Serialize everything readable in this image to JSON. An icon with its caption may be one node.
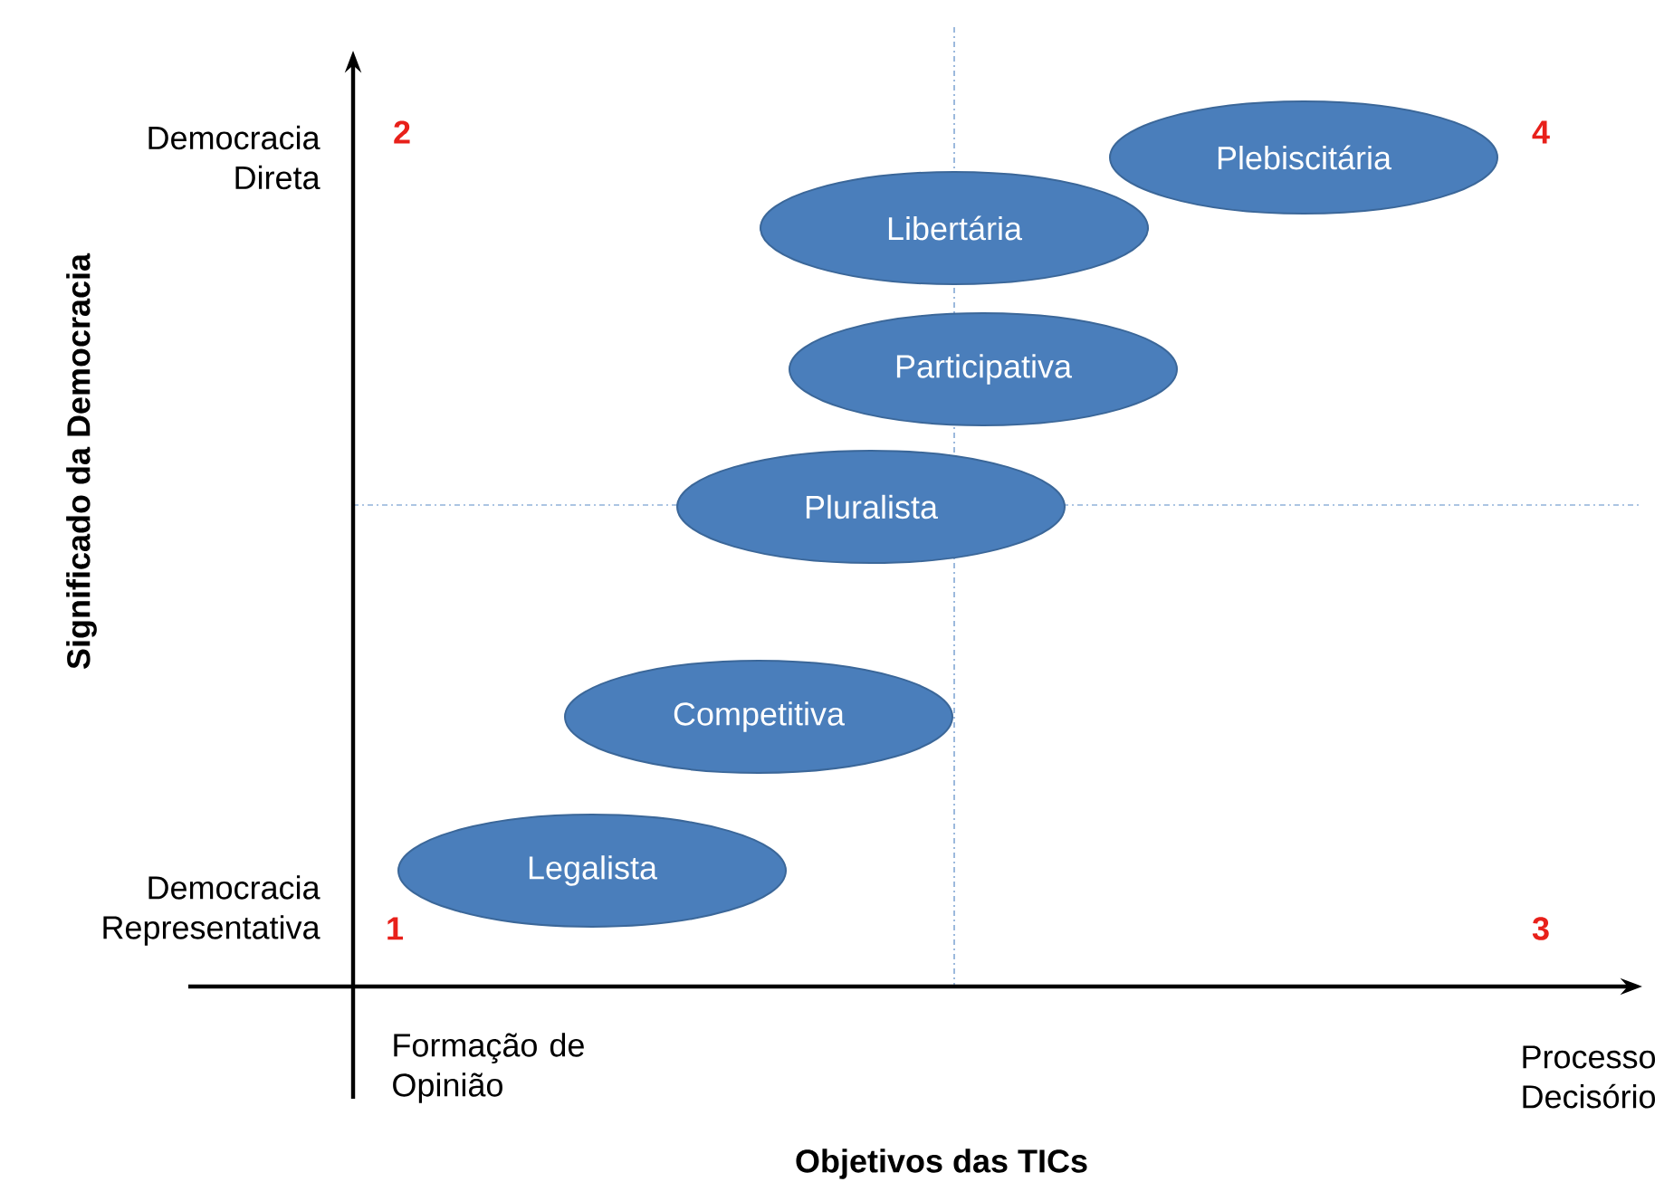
{
  "diagram": {
    "nodes": [
      {
        "text": [
          "Plebiscitária"
        ]
      },
      {
        "text": [
          "Libertária"
        ]
      },
      {
        "text": [
          "Participativa"
        ]
      },
      {
        "text": [
          "Pluralista"
        ]
      },
      {
        "text": [
          "Competitiva"
        ]
      },
      {
        "text": [
          "Legalista"
        ]
      }
    ],
    "labels": [
      "Democracia Direta",
      "2",
      "4",
      "Significado da Democracia",
      "Democracia Representativa",
      "1",
      "3",
      "Formação de Opinião",
      "Processo Decisório",
      "Objetivos das TICs"
    ]
  }
}
